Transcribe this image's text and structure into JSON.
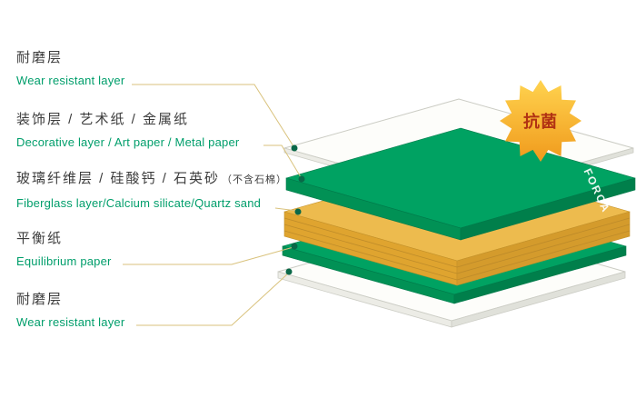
{
  "labels": [
    {
      "zh": "耐磨层",
      "en": "Wear resistant layer"
    },
    {
      "zh": "装饰层 / 艺术纸 / 金属纸",
      "en": "Decorative layer / Art paper / Metal paper"
    },
    {
      "zh": "玻璃纤维层 / 硅酸钙 / 石英砂",
      "zh_note": "（不含石棉）",
      "en": "Fiberglass layer/Calcium silicate/Quartz sand"
    },
    {
      "zh": "平衡纸",
      "en": "Equilibrium paper"
    },
    {
      "zh": "耐磨层",
      "en": "Wear resistant layer"
    }
  ],
  "badge": {
    "label": "抗菌"
  },
  "brand": {
    "label": "FORCA"
  },
  "colors": {
    "chinese_text": "#3D3D3D",
    "english_text": "#009E6B",
    "leader_line": "#D9C27C",
    "marker_dot": "#0A6848",
    "green_sheet": "#00A262",
    "yellow_core": "#EDBB4E",
    "white_sheet": "#FDFDFA",
    "badge_star": "#F5A623",
    "badge_text": "#B13213"
  }
}
